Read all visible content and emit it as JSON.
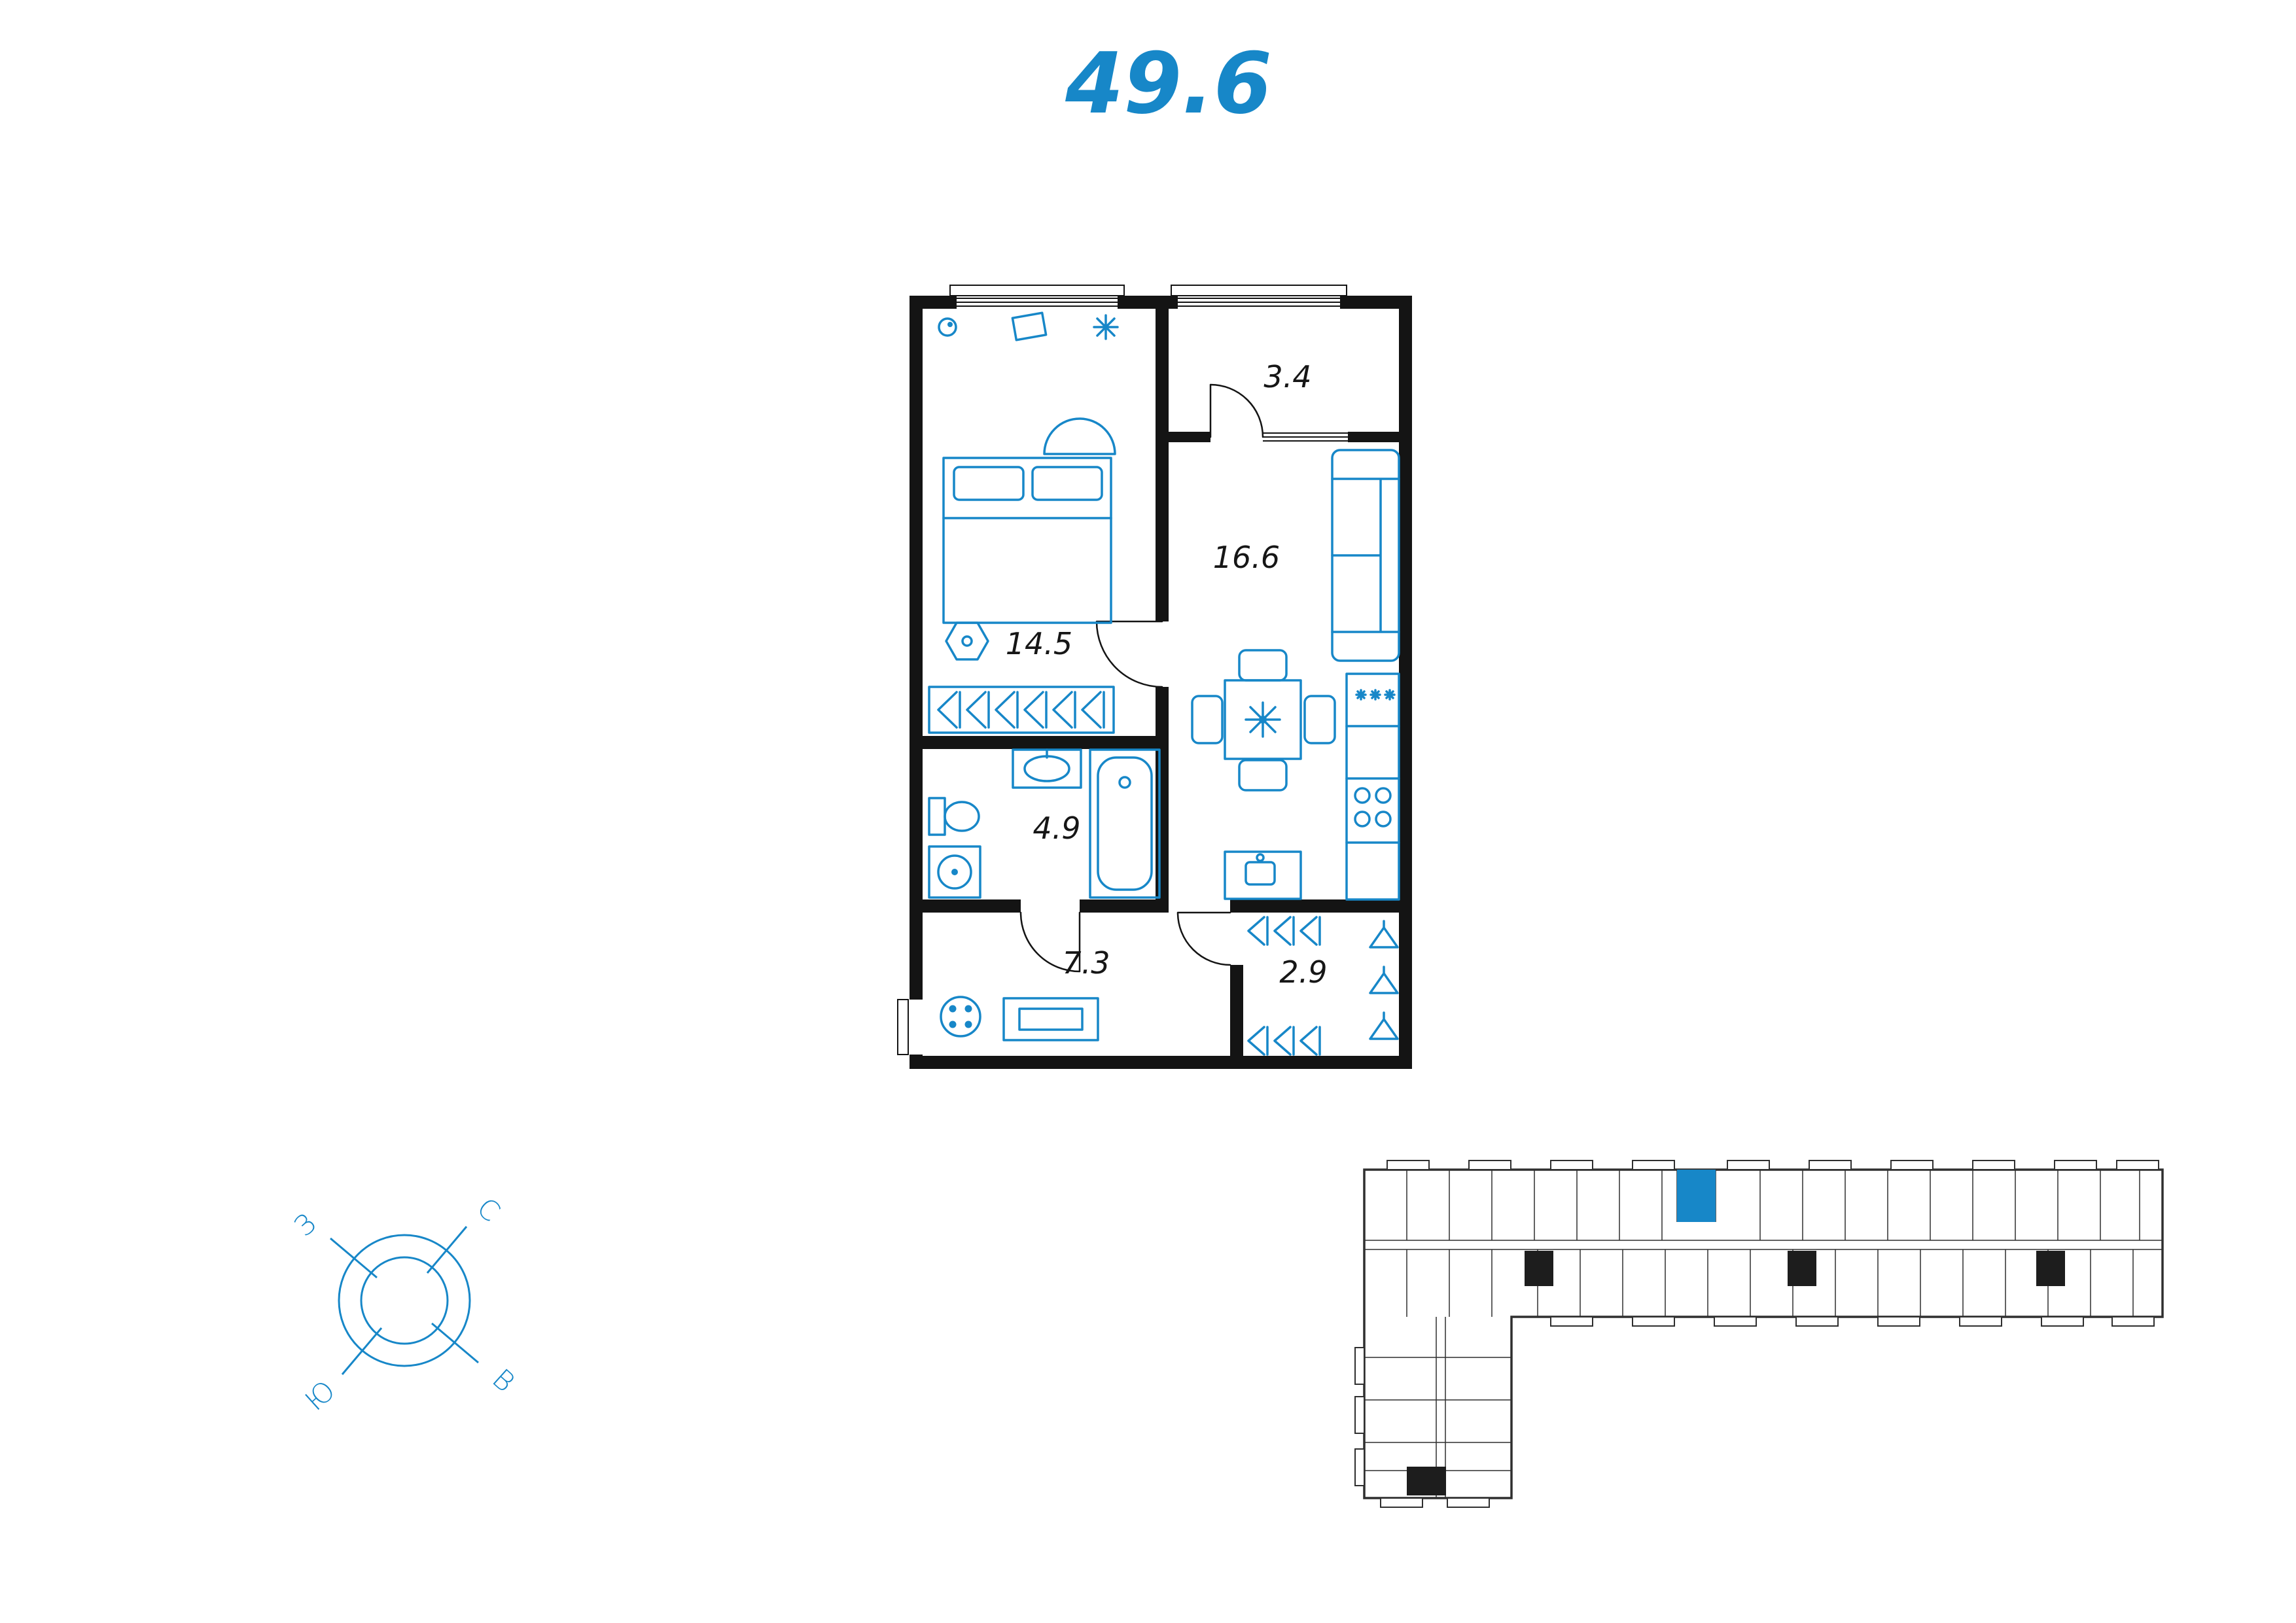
{
  "colors": {
    "accent": "#1787c8",
    "wall": "#141414",
    "building": "#2f2f2f"
  },
  "title": {
    "total_area": "49.6"
  },
  "floor_plan": {
    "rooms": [
      {
        "name": "balcony",
        "area": "3.4"
      },
      {
        "name": "living-kitchen",
        "area": "16.6"
      },
      {
        "name": "bedroom",
        "area": "14.5"
      },
      {
        "name": "bathroom",
        "area": "4.9"
      },
      {
        "name": "hallway",
        "area": "7.3"
      },
      {
        "name": "dressing-room",
        "area": "2.9"
      }
    ]
  },
  "compass": {
    "west": "З",
    "north": "С",
    "south": "Ю",
    "east": "В"
  }
}
